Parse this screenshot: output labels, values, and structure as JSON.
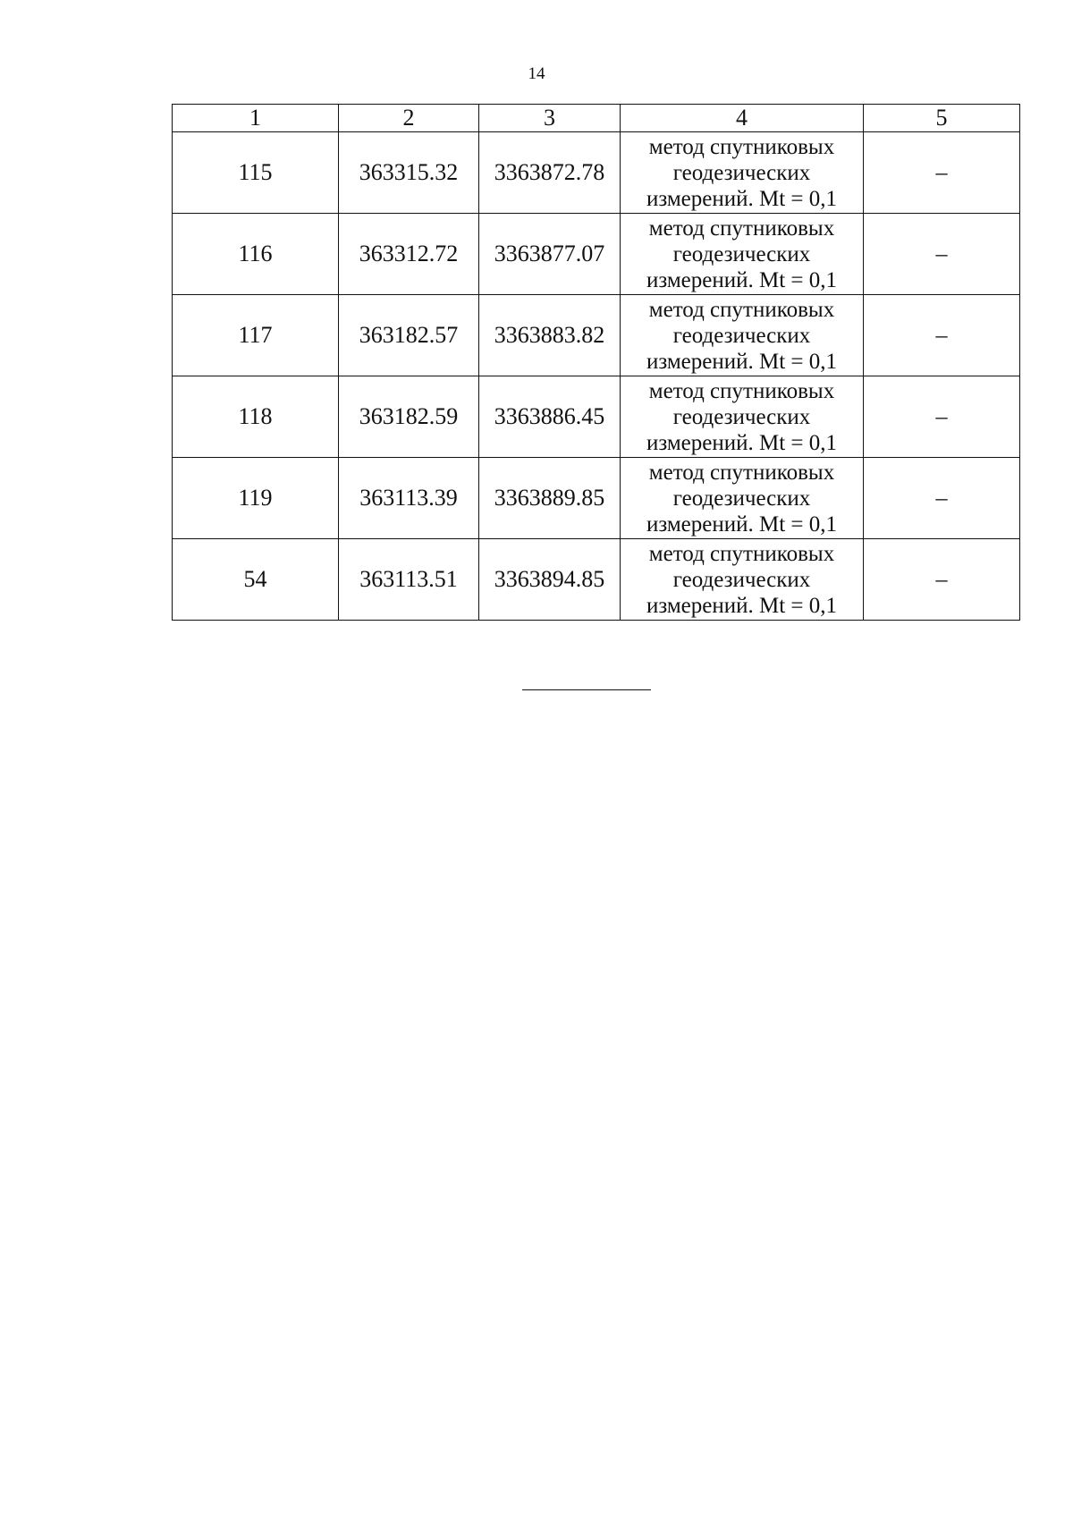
{
  "page_number": "14",
  "table": {
    "headers": [
      "1",
      "2",
      "3",
      "4",
      "5"
    ],
    "rows": [
      {
        "point": "115",
        "x": "363315.32",
        "y": "3363872.78",
        "method": [
          "метод спутниковых",
          "геодезических",
          "измерений. Mt = 0,1"
        ],
        "note": "–"
      },
      {
        "point": "116",
        "x": "363312.72",
        "y": "3363877.07",
        "method": [
          "метод спутниковых",
          "геодезических",
          "измерений. Mt = 0,1"
        ],
        "note": "–"
      },
      {
        "point": "117",
        "x": "363182.57",
        "y": "3363883.82",
        "method": [
          "метод спутниковых",
          "геодезических",
          "измерений. Mt = 0,1"
        ],
        "note": "–"
      },
      {
        "point": "118",
        "x": "363182.59",
        "y": "3363886.45",
        "method": [
          "метод спутниковых",
          "геодезических",
          "измерений. Mt = 0,1"
        ],
        "note": "–"
      },
      {
        "point": "119",
        "x": "363113.39",
        "y": "3363889.85",
        "method": [
          "метод спутниковых",
          "геодезических",
          "измерений. Mt = 0,1"
        ],
        "note": "–"
      },
      {
        "point": "54",
        "x": "363113.51",
        "y": "3363894.85",
        "method": [
          "метод спутниковых",
          "геодезических",
          "измерений. Mt = 0,1"
        ],
        "note": "–"
      }
    ]
  }
}
